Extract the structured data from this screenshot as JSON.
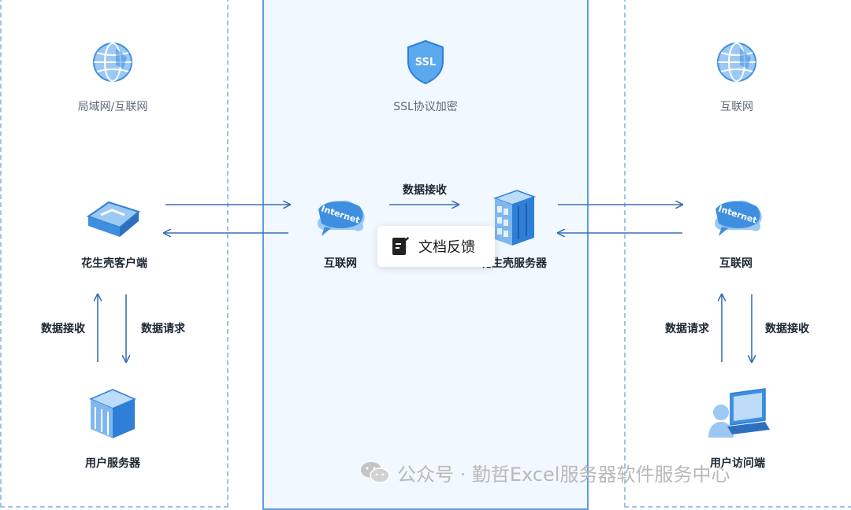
{
  "zones": {
    "left_label": "局域网/互联网",
    "middle_label": "SSL协议加密",
    "right_label": "互联网"
  },
  "ssl_badge": "SSL",
  "nodes": {
    "client": "花生壳客户端",
    "user_server": "用户服务器",
    "internet_left": "互联网",
    "hsk_server": "花生壳服务器",
    "internet_right": "互联网",
    "user_client": "用户访问端"
  },
  "internet_cloud_text": "Internet",
  "flows": {
    "middle_top": "数据接收",
    "left_up": "数据接收",
    "left_down": "数据请求",
    "right_up": "数据请求",
    "right_down": "数据接收"
  },
  "feedback_button": "文档反馈",
  "watermark": "公众号 · 勤哲Excel服务器软件服务中心",
  "colors": {
    "accent": "#2f7ed8",
    "arrow": "#3b6fb5",
    "zone_border": "#9ec3ea",
    "middle_fill": "#f1f8ff"
  }
}
